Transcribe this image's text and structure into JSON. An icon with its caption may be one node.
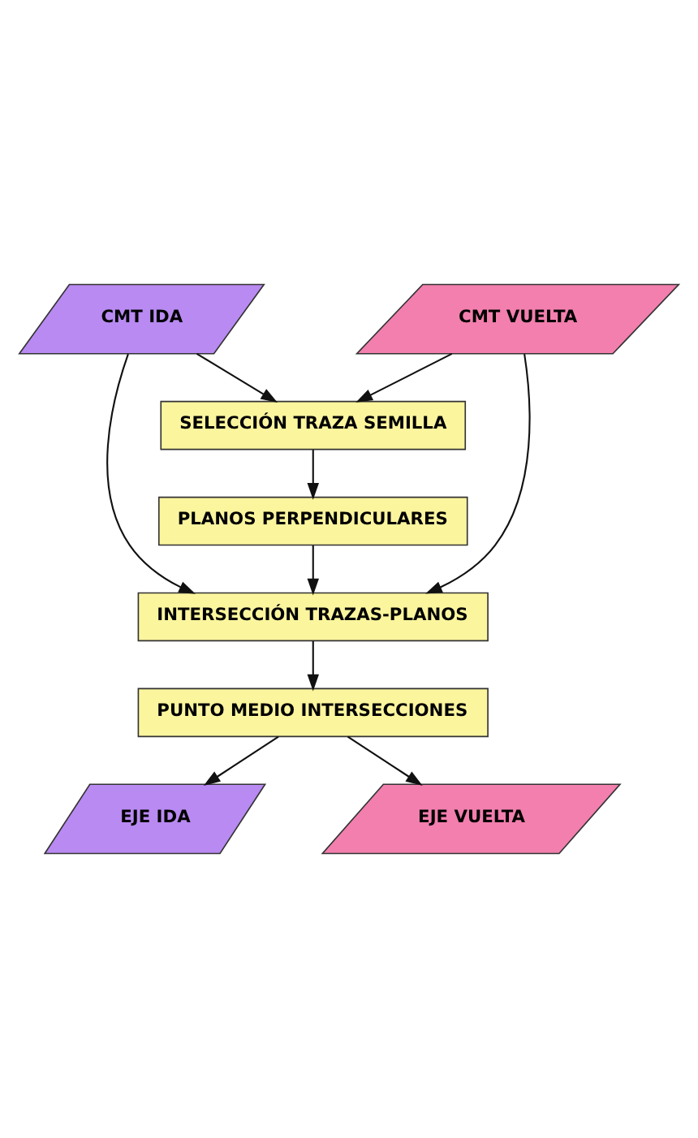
{
  "diagram": {
    "nodes": [
      {
        "text": [
          "CMT IDA"
        ]
      },
      {
        "text": [
          "CMT VUELTA"
        ]
      },
      {
        "text": [
          "SELECCIÓN TRAZA SEMILLA"
        ]
      },
      {
        "text": [
          "PLANOS PERPENDICULARES"
        ]
      },
      {
        "text": [
          "INTERSECCIÓN TRAZAS-PLANOS"
        ]
      },
      {
        "text": [
          "PUNTO MEDIO INTERSECCIONES"
        ]
      },
      {
        "text": [
          "EJE IDA"
        ]
      },
      {
        "text": [
          "EJE VUELTA"
        ]
      }
    ],
    "edges": [
      {
        "from": 0,
        "to": 2,
        "arrow": "to"
      },
      {
        "from": 1,
        "to": 2,
        "arrow": "to"
      },
      {
        "from": 2,
        "to": 3,
        "arrow": "to"
      },
      {
        "from": 3,
        "to": 4,
        "arrow": "to"
      },
      {
        "from": 0,
        "to": 4,
        "arrow": "to"
      },
      {
        "from": 1,
        "to": 4,
        "arrow": "to"
      },
      {
        "from": 4,
        "to": 5,
        "arrow": "to"
      },
      {
        "from": 5,
        "to": 6,
        "arrow": "to"
      },
      {
        "from": 5,
        "to": 7,
        "arrow": "to"
      }
    ]
  }
}
